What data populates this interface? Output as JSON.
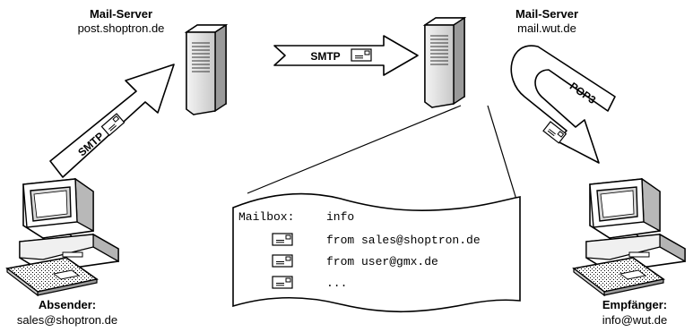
{
  "server_left": {
    "title": "Mail-Server",
    "host": "post.shoptron.de"
  },
  "server_right": {
    "title": "Mail-Server",
    "host": "mail.wut.de"
  },
  "sender": {
    "title": "Absender:",
    "address": "sales@shoptron.de"
  },
  "receiver": {
    "title": "Empfänger:",
    "address": "info@wut.de"
  },
  "arrows": {
    "smtp_up": "SMTP",
    "smtp_right": "SMTP",
    "pop3": "POP3"
  },
  "mailbox": {
    "label": "Mailbox:",
    "name": "info",
    "entries": [
      "from sales@shoptron.de",
      "from user@gmx.de",
      "..."
    ]
  }
}
